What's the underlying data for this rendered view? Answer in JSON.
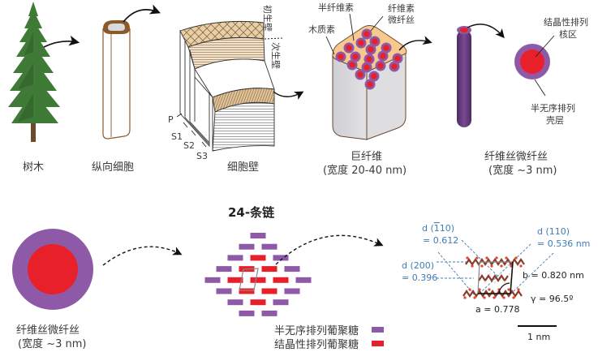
{
  "colors": {
    "wood_brown": "#8b5a2b",
    "cell_wall_tan": "#e8d2b0",
    "hemicellulose_fill": "#f7c98f",
    "microfibril_shell": "#8e5aa8",
    "microfibril_core": "#e8202a",
    "fibril_rod": "#6a3a7e",
    "box_gray": "#d9d9dc",
    "dspacing_blue": "#3d7cb8",
    "tree_green": "#3f7a36",
    "tree_trunk": "#6b4a2e"
  },
  "top_row": {
    "tree": {
      "label": "树木"
    },
    "longitudinal_cell": {
      "label": "纵向细胞"
    },
    "cell_wall": {
      "label": "细胞壁",
      "primary_wall": "初生壁",
      "secondary_wall": "次生壁",
      "layers": [
        "P",
        "S1",
        "S2",
        "S3"
      ]
    },
    "macrofibril": {
      "label": "巨纤维",
      "width": "(宽度 20-40 nm)",
      "callouts": {
        "hemicellulose": "半纤维素",
        "lignin": "木质素",
        "microfibril_line1": "纤维素",
        "microfibril_line2": "微纤丝"
      }
    },
    "microfibril": {
      "label": "纤维丝微纤丝",
      "width": "(宽度 ~3 nm)",
      "core_line1": "结晶性排列",
      "core_line2": "核区",
      "shell_line1": "半无序排列",
      "shell_line2": "壳层"
    }
  },
  "bottom_row": {
    "microfibril": {
      "label": "纤维丝微纤丝",
      "width": "(宽度 ~3 nm)"
    },
    "chains": {
      "title": "24-条链",
      "total_chains": 24,
      "crystalline_chains": 9,
      "legend": [
        {
          "label": "半无序排列葡聚糖",
          "color": "#8e5aa8"
        },
        {
          "label": "结晶性排列葡聚糖",
          "color": "#e8202a"
        }
      ]
    },
    "unit_cell": {
      "d_1-10_line1": "d (1̅1̅0)",
      "d_1-10_line1_plain": "d (1",
      "d_1-10_bar": "1",
      "d_1-10_rest": "0)",
      "d_1-10_value": "= 0.612",
      "d_110_line1": "d (110)",
      "d_110_value": "= 0.536 nm",
      "d_200_line1": "d (200)",
      "d_200_value": "= 0.396",
      "b": "b = 0.820 nm",
      "gamma": "γ = 96.5º",
      "a": "a = 0.778",
      "scale_bar": "1 nm"
    }
  }
}
